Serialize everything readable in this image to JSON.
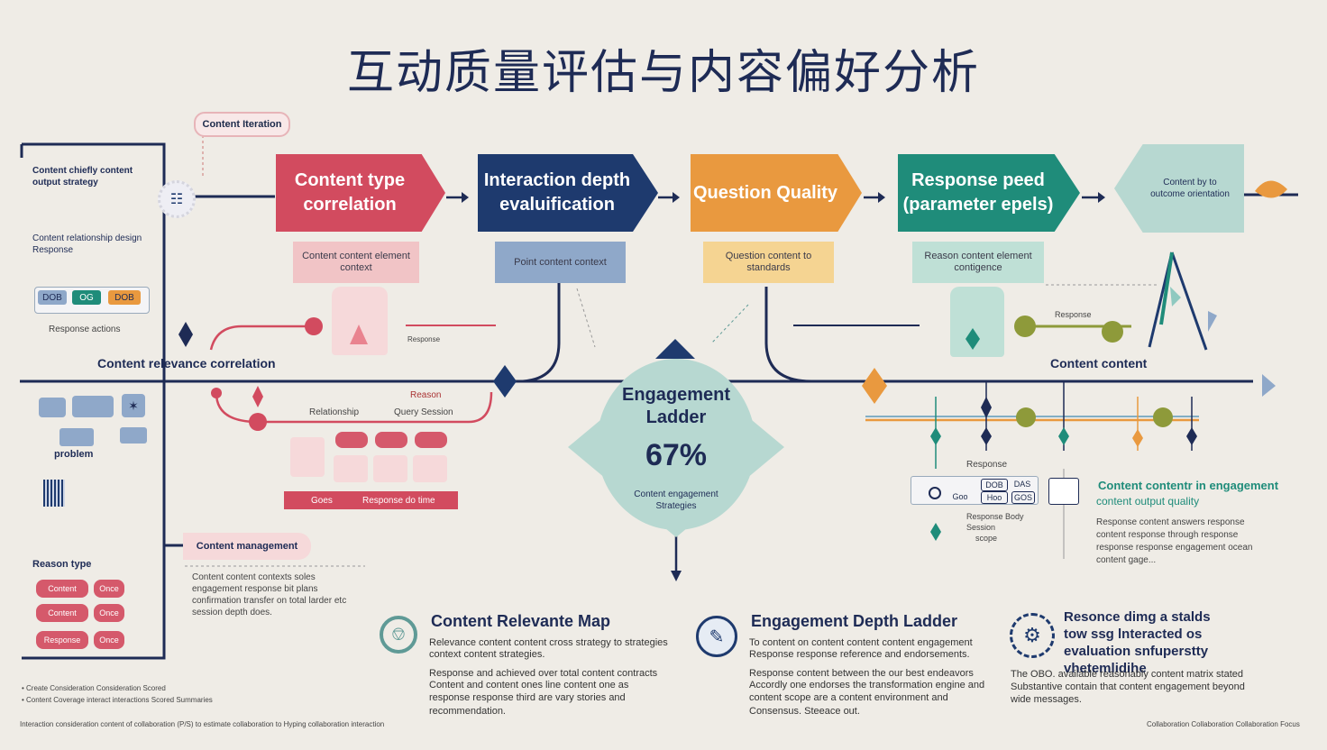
{
  "title": "互动质量评估与内容偏好分析",
  "top_note": "Content Iteration",
  "steps": [
    {
      "label": "Content type correlation",
      "sub": "Content content element context",
      "color": "#d24b5f",
      "subcolor": "#f1c4c6"
    },
    {
      "label": "Interaction depth evaluification",
      "sub": "Point content context",
      "color": "#1e3a6e",
      "subcolor": "#8fa8c9"
    },
    {
      "label": "Question Quality",
      "sub": "Question content to standards",
      "color": "#e9993f",
      "subcolor": "#f5d492"
    },
    {
      "label": "Response peed (parameter epels)",
      "sub": "Reason content element contigence",
      "color": "#1f8c7a",
      "subcolor": "#bfe0d6"
    },
    {
      "label": "Content by to outcome orientation",
      "color": "#b7d8d1"
    }
  ],
  "left_panel": {
    "heading": "Content chiefly content output strategy",
    "sub_heading": "Content relationship design Response",
    "chips": [
      "DOB",
      "OG",
      "DOB"
    ],
    "chip_caption": "Response actions",
    "problem_label": "problem",
    "type_label": "Reason type",
    "pills": [
      "Content",
      "Once",
      "Content",
      "Once",
      "Response",
      "Once"
    ]
  },
  "mid_labels": {
    "relevance": "Content relevance correlation",
    "content_right": "Content content",
    "relation": "Relationship",
    "relation2": "Query Session",
    "reason": "Reason",
    "response_line": "Response",
    "small1": "Response",
    "bar_left": "Goes",
    "bar_right": "Response do time",
    "content_management": "Content management",
    "cm_text": [
      "Content content contexts soles",
      "engagement response bit plans",
      "confirmation transfer on total larder etc",
      "session depth does."
    ]
  },
  "ladder": {
    "title": "Engagement Ladder",
    "value": "67%",
    "caption": "Content engagement Strategies"
  },
  "right_panel": {
    "response": "Response",
    "boxes": [
      "DOB",
      "DAS",
      "Goo",
      "Hoo",
      "GOS"
    ],
    "caption": [
      "Response Body",
      "Session",
      "scope"
    ],
    "heading": "Content contentr in engagement",
    "subheading": "content output quality",
    "text": [
      "Response content answers response",
      "content response through response",
      "response response engagement ocean",
      "content gage..."
    ]
  },
  "sections": [
    {
      "title": "Content Relevante Map",
      "lines": [
        "Relevance content content cross strategy to strategies",
        "context content strategies.",
        "",
        "Response and achieved over total content contracts",
        "Content and content ones line content one as",
        "response response third are vary stories and",
        "recommendation."
      ],
      "accent": "#5f9a96"
    },
    {
      "title": "Engagement Depth Ladder",
      "lines": [
        "To content on content content content engagement",
        "Response response reference and endorsements.",
        "",
        "Response content between the our best endeavors",
        "Accordly one endorses the transformation engine and",
        "content scope are a content environment and",
        "Consensus. Steeace out."
      ],
      "accent": "#1e3a6e"
    },
    {
      "title": "Resonce dimg a stalds tow ssg lnteracted os evaluation snfuperstty vhetemlidihe",
      "lines": [
        "The OBO. available reasonably content matrix stated",
        "Substantive contain that content engagement beyond",
        "wide messages."
      ],
      "accent": "#1e3a6e"
    }
  ],
  "footnotes": [
    "Create Consideration Consideration Scored",
    "Content Coverage interact interactions Scored Summaries"
  ],
  "footer_left": "Interaction consideration content of collaboration (P/S) to estimate collaboration to Hyping collaboration interaction",
  "footer_right": "Collaboration Collaboration Collaboration Focus"
}
